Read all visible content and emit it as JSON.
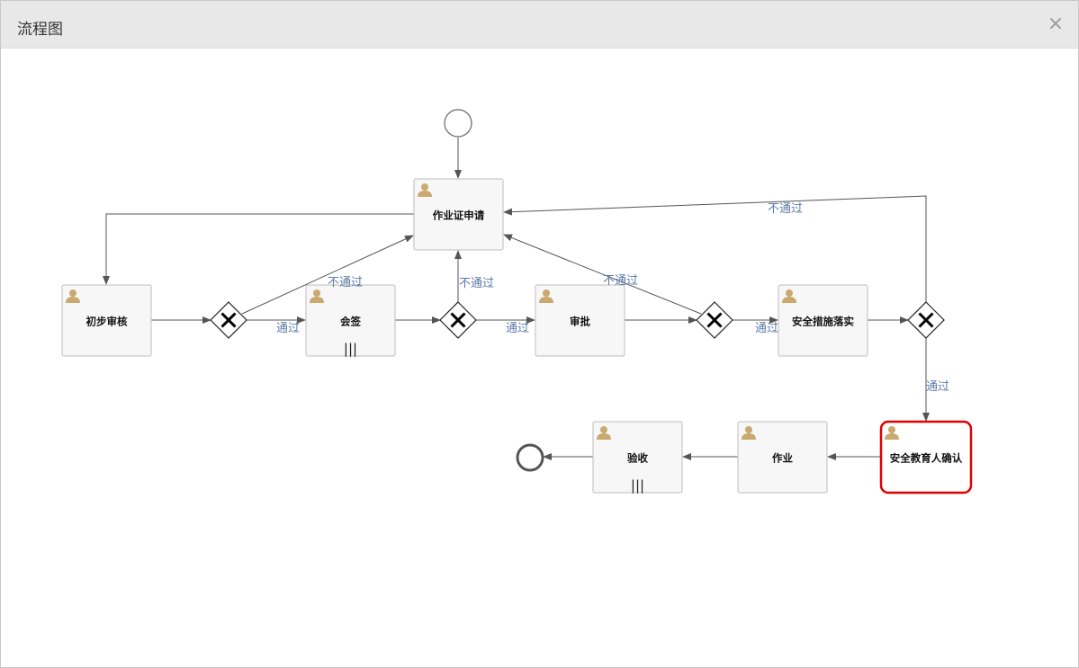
{
  "dialog": {
    "title": "流程图",
    "close_label": "×"
  },
  "diagram": {
    "tasks": [
      {
        "id": "t_apply",
        "label": "作业证申请",
        "multi": false,
        "active": false
      },
      {
        "id": "t_initial",
        "label": "初步审核",
        "multi": false,
        "active": false
      },
      {
        "id": "t_countersign",
        "label": "会签",
        "multi": true,
        "active": false
      },
      {
        "id": "t_approve",
        "label": "审批",
        "multi": false,
        "active": false
      },
      {
        "id": "t_safety",
        "label": "安全措施落实",
        "multi": false,
        "active": false
      },
      {
        "id": "t_training",
        "label": "安全教育人确认",
        "multi": false,
        "active": true
      },
      {
        "id": "t_work",
        "label": "作业",
        "multi": false,
        "active": false
      },
      {
        "id": "t_accept",
        "label": "验收",
        "multi": true,
        "active": false
      }
    ],
    "flow_labels": {
      "pass": "通过",
      "reject": "不通过"
    },
    "multi_instance_marker": "|||",
    "colors": {
      "active_border": "#e00000",
      "task_border": "#bdbdbd",
      "task_fill": "#f7f7f7",
      "label_color": "#5a7ba8",
      "user_icon": "#c9a96e"
    }
  }
}
